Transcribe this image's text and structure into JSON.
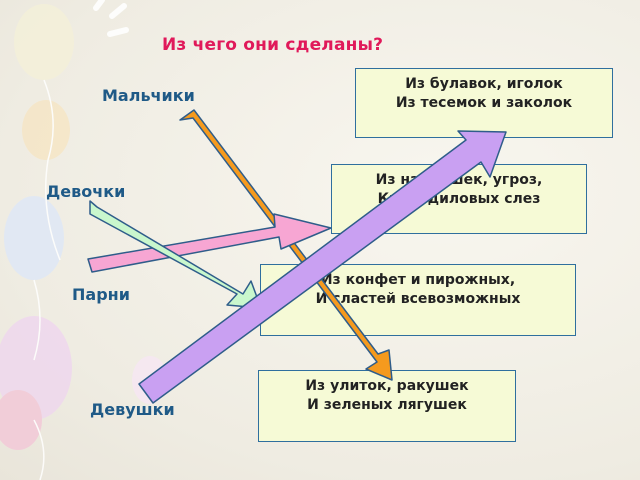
{
  "title": "Из чего они сделаны?",
  "labels": {
    "boys": "Мальчики",
    "girls": "Девочки",
    "lads": "Парни",
    "maidens": "Девушки"
  },
  "boxes": [
    {
      "line1": "Из булавок, иголок",
      "line2": "Из тесемок и заколок"
    },
    {
      "line1": "Из насмешек, угроз,",
      "line2": "Крокодиловых слез"
    },
    {
      "line1": "Из конфет и пирожных,",
      "line2": "И сластей всевозможных"
    },
    {
      "line1": "Из улиток, ракушек",
      "line2": "И зеленых лягушек"
    }
  ],
  "colors": {
    "title": "#e0195a",
    "label": "#1f5a87",
    "box_bg": "#f6fad6",
    "box_border": "#2f6f9e",
    "arrow_orange": "#f59a1e",
    "arrow_pink": "#f7a6d3",
    "arrow_green": "#c9f7cd",
    "arrow_purple": "#c9a0f2",
    "arrow_outline": "#2f5d8a"
  }
}
